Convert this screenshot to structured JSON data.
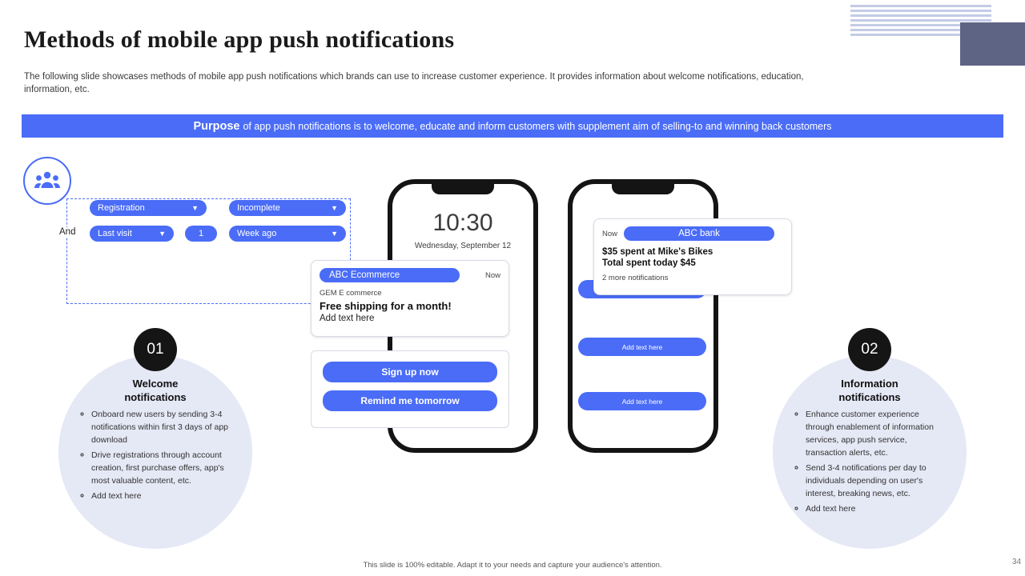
{
  "header": {
    "title": "Methods of mobile app push notifications",
    "subtitle": "The following slide showcases methods of mobile app push notifications which brands can use to increase customer experience. It provides information about welcome notifications, education, information, etc."
  },
  "purpose": {
    "lead": "Purpose",
    "text": "of app push notifications is to welcome, educate and inform customers with supplement aim of selling-to and winning back customers"
  },
  "rule_builder": {
    "and_label": "And",
    "pills": [
      {
        "label": "Registration",
        "caret": "chevron-down-icon"
      },
      {
        "label": "Incomplete",
        "caret": "chevron-down-icon"
      },
      {
        "label": "Last visit",
        "caret": "chevron-down-icon"
      },
      {
        "label": "1"
      },
      {
        "label": "Week ago",
        "caret": "chevron-down-icon"
      }
    ]
  },
  "phone_one": {
    "clock": "10:30",
    "date": "Wednesday, September 12",
    "notification": {
      "app": "ABC Ecommerce",
      "time": "Now",
      "sub": "GEM E commerce",
      "title": "Free shipping for a month!",
      "body": "Add text here"
    },
    "cta": {
      "primary": "Sign up now",
      "secondary": "Remind me tomorrow"
    }
  },
  "phone_two": {
    "notification": {
      "time": "Now",
      "app": "ABC bank",
      "line1": "$35 spent at Mike's Bikes",
      "line2": "Total spent today $45",
      "more": "2 more notifications"
    },
    "buttons": [
      "",
      "Add text here",
      "Add text here"
    ]
  },
  "cards": [
    {
      "number": "01",
      "title": "Welcome\nnotifications",
      "title_line1": "Welcome",
      "title_line2": "notifications",
      "bullets": [
        "Onboard new users by sending 3-4 notifications within first 3 days of app download",
        "Drive registrations through account creation, first purchase offers, app's most valuable content, etc.",
        "Add text here"
      ]
    },
    {
      "number": "02",
      "title_line1": "Information",
      "title_line2": "notifications",
      "bullets": [
        "Enhance customer experience through enablement of information services, app push service, transaction alerts, etc.",
        "Send 3-4 notifications per day to individuals depending on user's interest, breaking news, etc.",
        "Add text here"
      ]
    }
  ],
  "footer": {
    "note": "This slide is 100% editable. Adapt it to your needs and capture your audience's attention.",
    "page": "34"
  },
  "colors": {
    "accent": "#4a6cf7",
    "circle": "#e5e8f5",
    "dark": "#151515",
    "deco": "#5e6484"
  }
}
